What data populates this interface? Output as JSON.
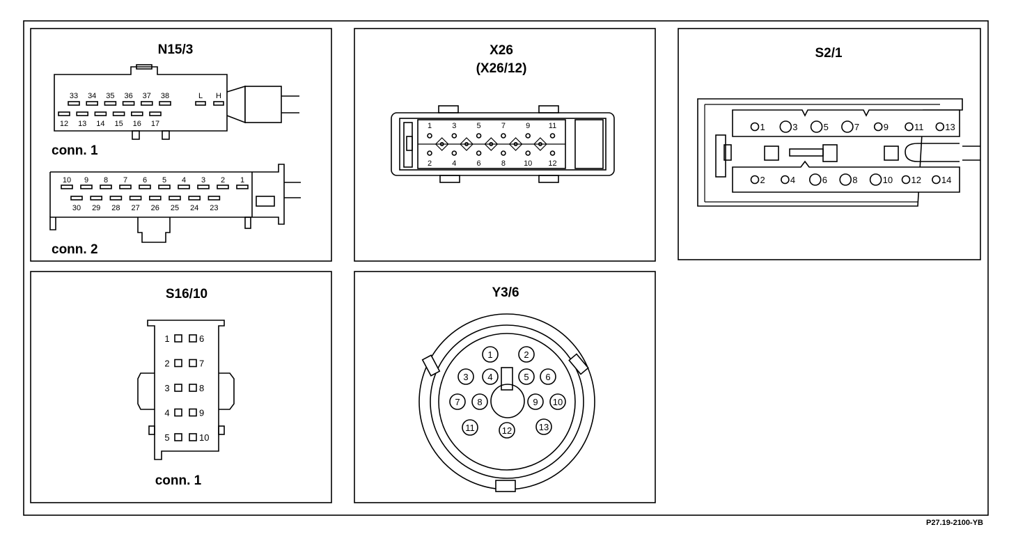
{
  "panels": {
    "n15_3": {
      "title": "N15/3",
      "conn1": {
        "top_pins": [
          "33",
          "34",
          "35",
          "36",
          "37",
          "38"
        ],
        "lh_pins": [
          "L",
          "H"
        ],
        "bottom_pins": [
          "12",
          "13",
          "14",
          "15",
          "16",
          "17"
        ],
        "label": "conn. 1"
      },
      "conn2": {
        "top_pins": [
          "10",
          "9",
          "8",
          "7",
          "6",
          "5",
          "4",
          "3",
          "2",
          "1"
        ],
        "bottom_pins": [
          "30",
          "29",
          "28",
          "27",
          "26",
          "25",
          "24",
          "23"
        ],
        "label": "conn. 2"
      }
    },
    "x26": {
      "title": "X26",
      "subtitle": "(X26/12)",
      "top_pins": [
        "1",
        "3",
        "5",
        "7",
        "9",
        "11"
      ],
      "bottom_pins": [
        "2",
        "4",
        "6",
        "8",
        "10",
        "12"
      ]
    },
    "s2_1": {
      "title": "S2/1",
      "top_pins": [
        "1",
        "3",
        "5",
        "7",
        "9",
        "11",
        "13"
      ],
      "bottom_pins": [
        "2",
        "4",
        "6",
        "8",
        "10",
        "12",
        "14"
      ]
    },
    "s16_10": {
      "title": "S16/10",
      "left_pins": [
        "1",
        "2",
        "3",
        "4",
        "5"
      ],
      "right_pins": [
        "6",
        "7",
        "8",
        "9",
        "10"
      ],
      "label": "conn. 1"
    },
    "y3_6": {
      "title": "Y3/6",
      "pins": [
        "1",
        "2",
        "3",
        "4",
        "5",
        "6",
        "7",
        "8",
        "9",
        "10",
        "11",
        "12",
        "13"
      ]
    }
  },
  "reference": "P27.19-2100-YB"
}
